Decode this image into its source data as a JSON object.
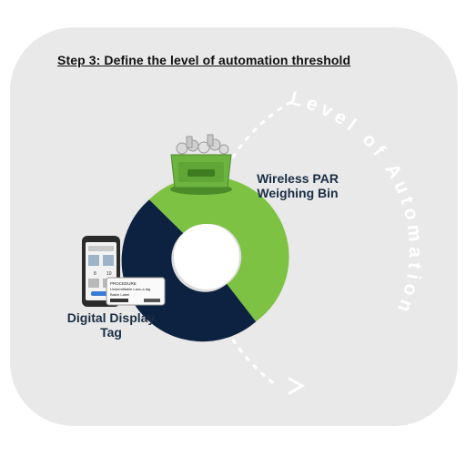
{
  "title": "Step 3: Define the level of automation threshold",
  "arc_label": "Level of Automation",
  "bin": {
    "line1": "Wireless PAR",
    "line2": "Weighing Bin"
  },
  "tag": {
    "line1": "Digital Display",
    "line2": "Tag"
  },
  "phone_screen": {
    "left_value": "8",
    "right_value": "10"
  },
  "tag_device_text": {
    "line1": "PROCEDURE",
    "line2": "Unidentifiable Lanc-a tag",
    "line3": "Batch Label"
  },
  "colors": {
    "green": "#7dc242",
    "navy": "#0d2240",
    "card": "#e9e9e9",
    "white": "#ffffff"
  },
  "icons": [
    "weighing-bin-icon",
    "phone-icon",
    "display-tag-icon",
    "arrow-head-icon"
  ]
}
